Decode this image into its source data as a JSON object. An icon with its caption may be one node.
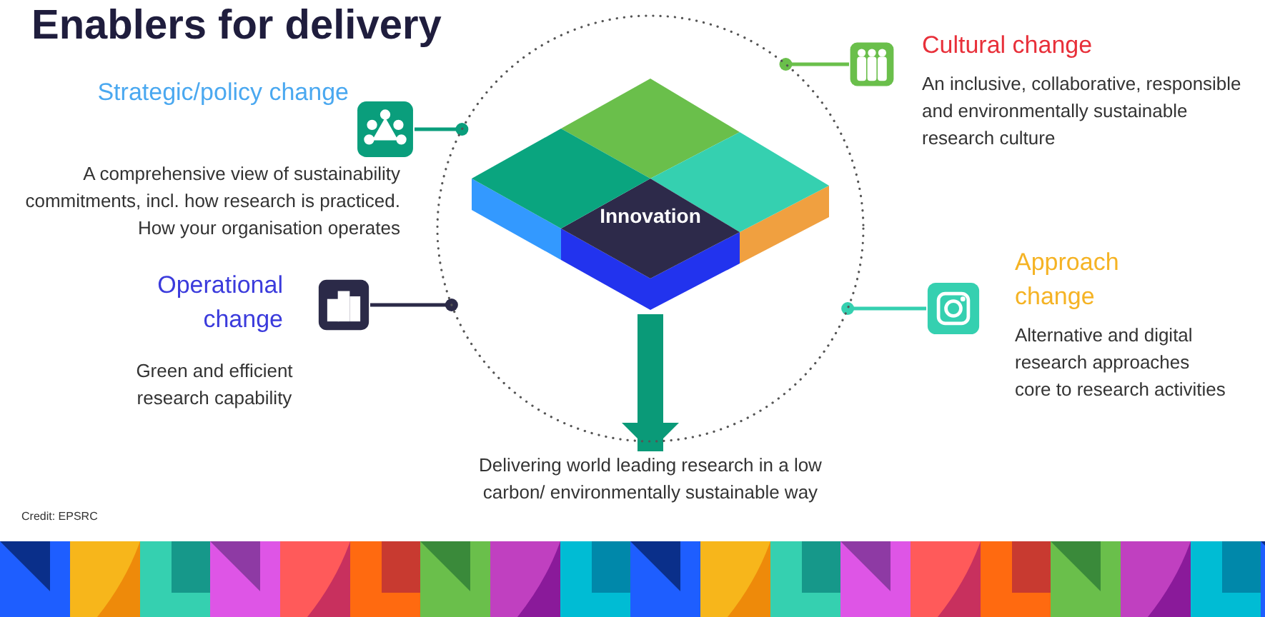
{
  "diagram": {
    "title": "Enablers for delivery",
    "nodes": [
      {
        "text": [
          "Strategic/policy change",
          "A comprehensive view of sustainability commitments, incl. how research is practiced. How your organisation operates"
        ]
      },
      {
        "text": [
          "Cultural change",
          "An inclusive, collaborative, responsible and environmentally sustainable research culture"
        ]
      },
      {
        "text": [],
        "shape": "circle"
      },
      {
        "text": [
          "Innovation"
        ],
        "in": 2
      },
      {
        "text": [
          "Operational change",
          "Green and efficient research capability"
        ]
      },
      {
        "text": [
          "Approach change",
          "Alternative and digital research approaches core to research activities"
        ]
      },
      {
        "text": [
          "Delivering world leading research in a low carbon/ environmentally sustainable way"
        ]
      }
    ],
    "edges": [
      {
        "from": 0,
        "to": 2,
        "arrow": "other",
        "color": "#0a9e7c"
      },
      {
        "from": 1,
        "to": 2,
        "arrow": "other",
        "color": "#6abf4b"
      },
      {
        "from": 4,
        "to": 2,
        "arrow": "other",
        "color": "#2b2a48"
      },
      {
        "from": 5,
        "to": 2,
        "arrow": "other",
        "color": "#35d0b0"
      },
      {
        "from": 3,
        "to": 6,
        "arrow": "to",
        "style": "thick",
        "color": "#0a9a78"
      }
    ],
    "labels": [
      "Credit: EPSRC"
    ]
  }
}
